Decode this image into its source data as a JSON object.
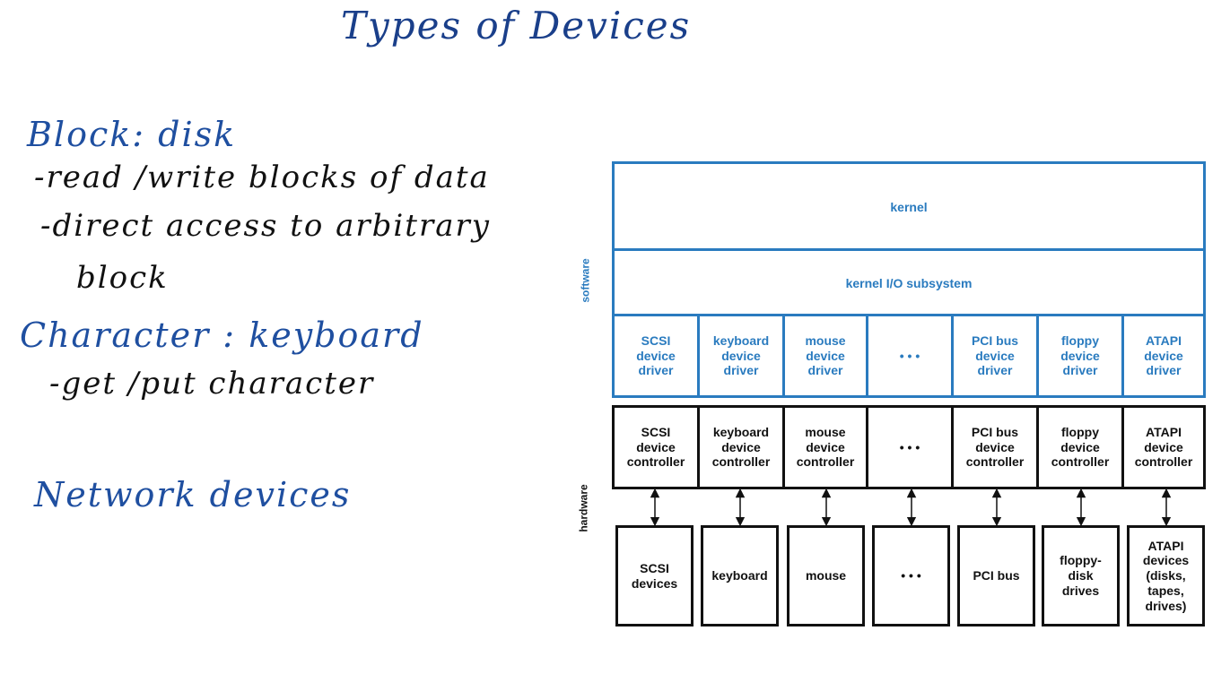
{
  "title": "Types of Devices",
  "notes": {
    "block_heading": "Block: disk",
    "block_line1": "-read /write blocks of data",
    "block_line2": "-direct access to arbitrary",
    "block_line3": "block",
    "char_heading": "Character : keyboard",
    "char_line1": "-get /put character",
    "network_heading": "Network devices"
  },
  "diagram": {
    "kernel": "kernel",
    "kernel_io": "kernel I/O subsystem",
    "software_label": "software",
    "hardware_label": "hardware",
    "drivers": [
      "SCSI\ndevice\ndriver",
      "keyboard\ndevice\ndriver",
      "mouse\ndevice\ndriver",
      "• • •",
      "PCI bus\ndevice\ndriver",
      "floppy\ndevice\ndriver",
      "ATAPI\ndevice\ndriver"
    ],
    "controllers": [
      "SCSI\ndevice\ncontroller",
      "keyboard\ndevice\ncontroller",
      "mouse\ndevice\ncontroller",
      "• • •",
      "PCI bus\ndevice\ncontroller",
      "floppy\ndevice\ncontroller",
      "ATAPI\ndevice\ncontroller"
    ],
    "devices": [
      "SCSI\ndevices",
      "keyboard",
      "mouse",
      "• • •",
      "PCI bus",
      "floppy-\ndisk\ndrives",
      "ATAPI\ndevices\n(disks,\ntapes,\ndrives)"
    ],
    "colors": {
      "software": "#2a7bbf",
      "hardware": "#111111",
      "ink_blue": "#1f4fa0",
      "ink_black": "#111111"
    }
  }
}
